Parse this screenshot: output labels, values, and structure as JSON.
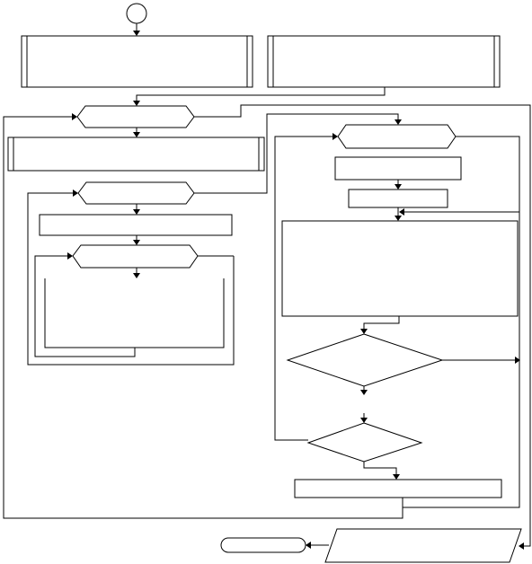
{
  "diagram": {
    "kind": "flowchart",
    "labels_visible": false,
    "node_types": {
      "start": "circle-connector",
      "process": "rectangle",
      "predefined_process": "double-sided-rectangle",
      "loop": "hexagon",
      "decision": "diamond",
      "io": "parallelogram",
      "terminator": "rounded-rectangle"
    },
    "colors": {
      "stroke": "#000000",
      "fill": "#ffffff"
    }
  }
}
